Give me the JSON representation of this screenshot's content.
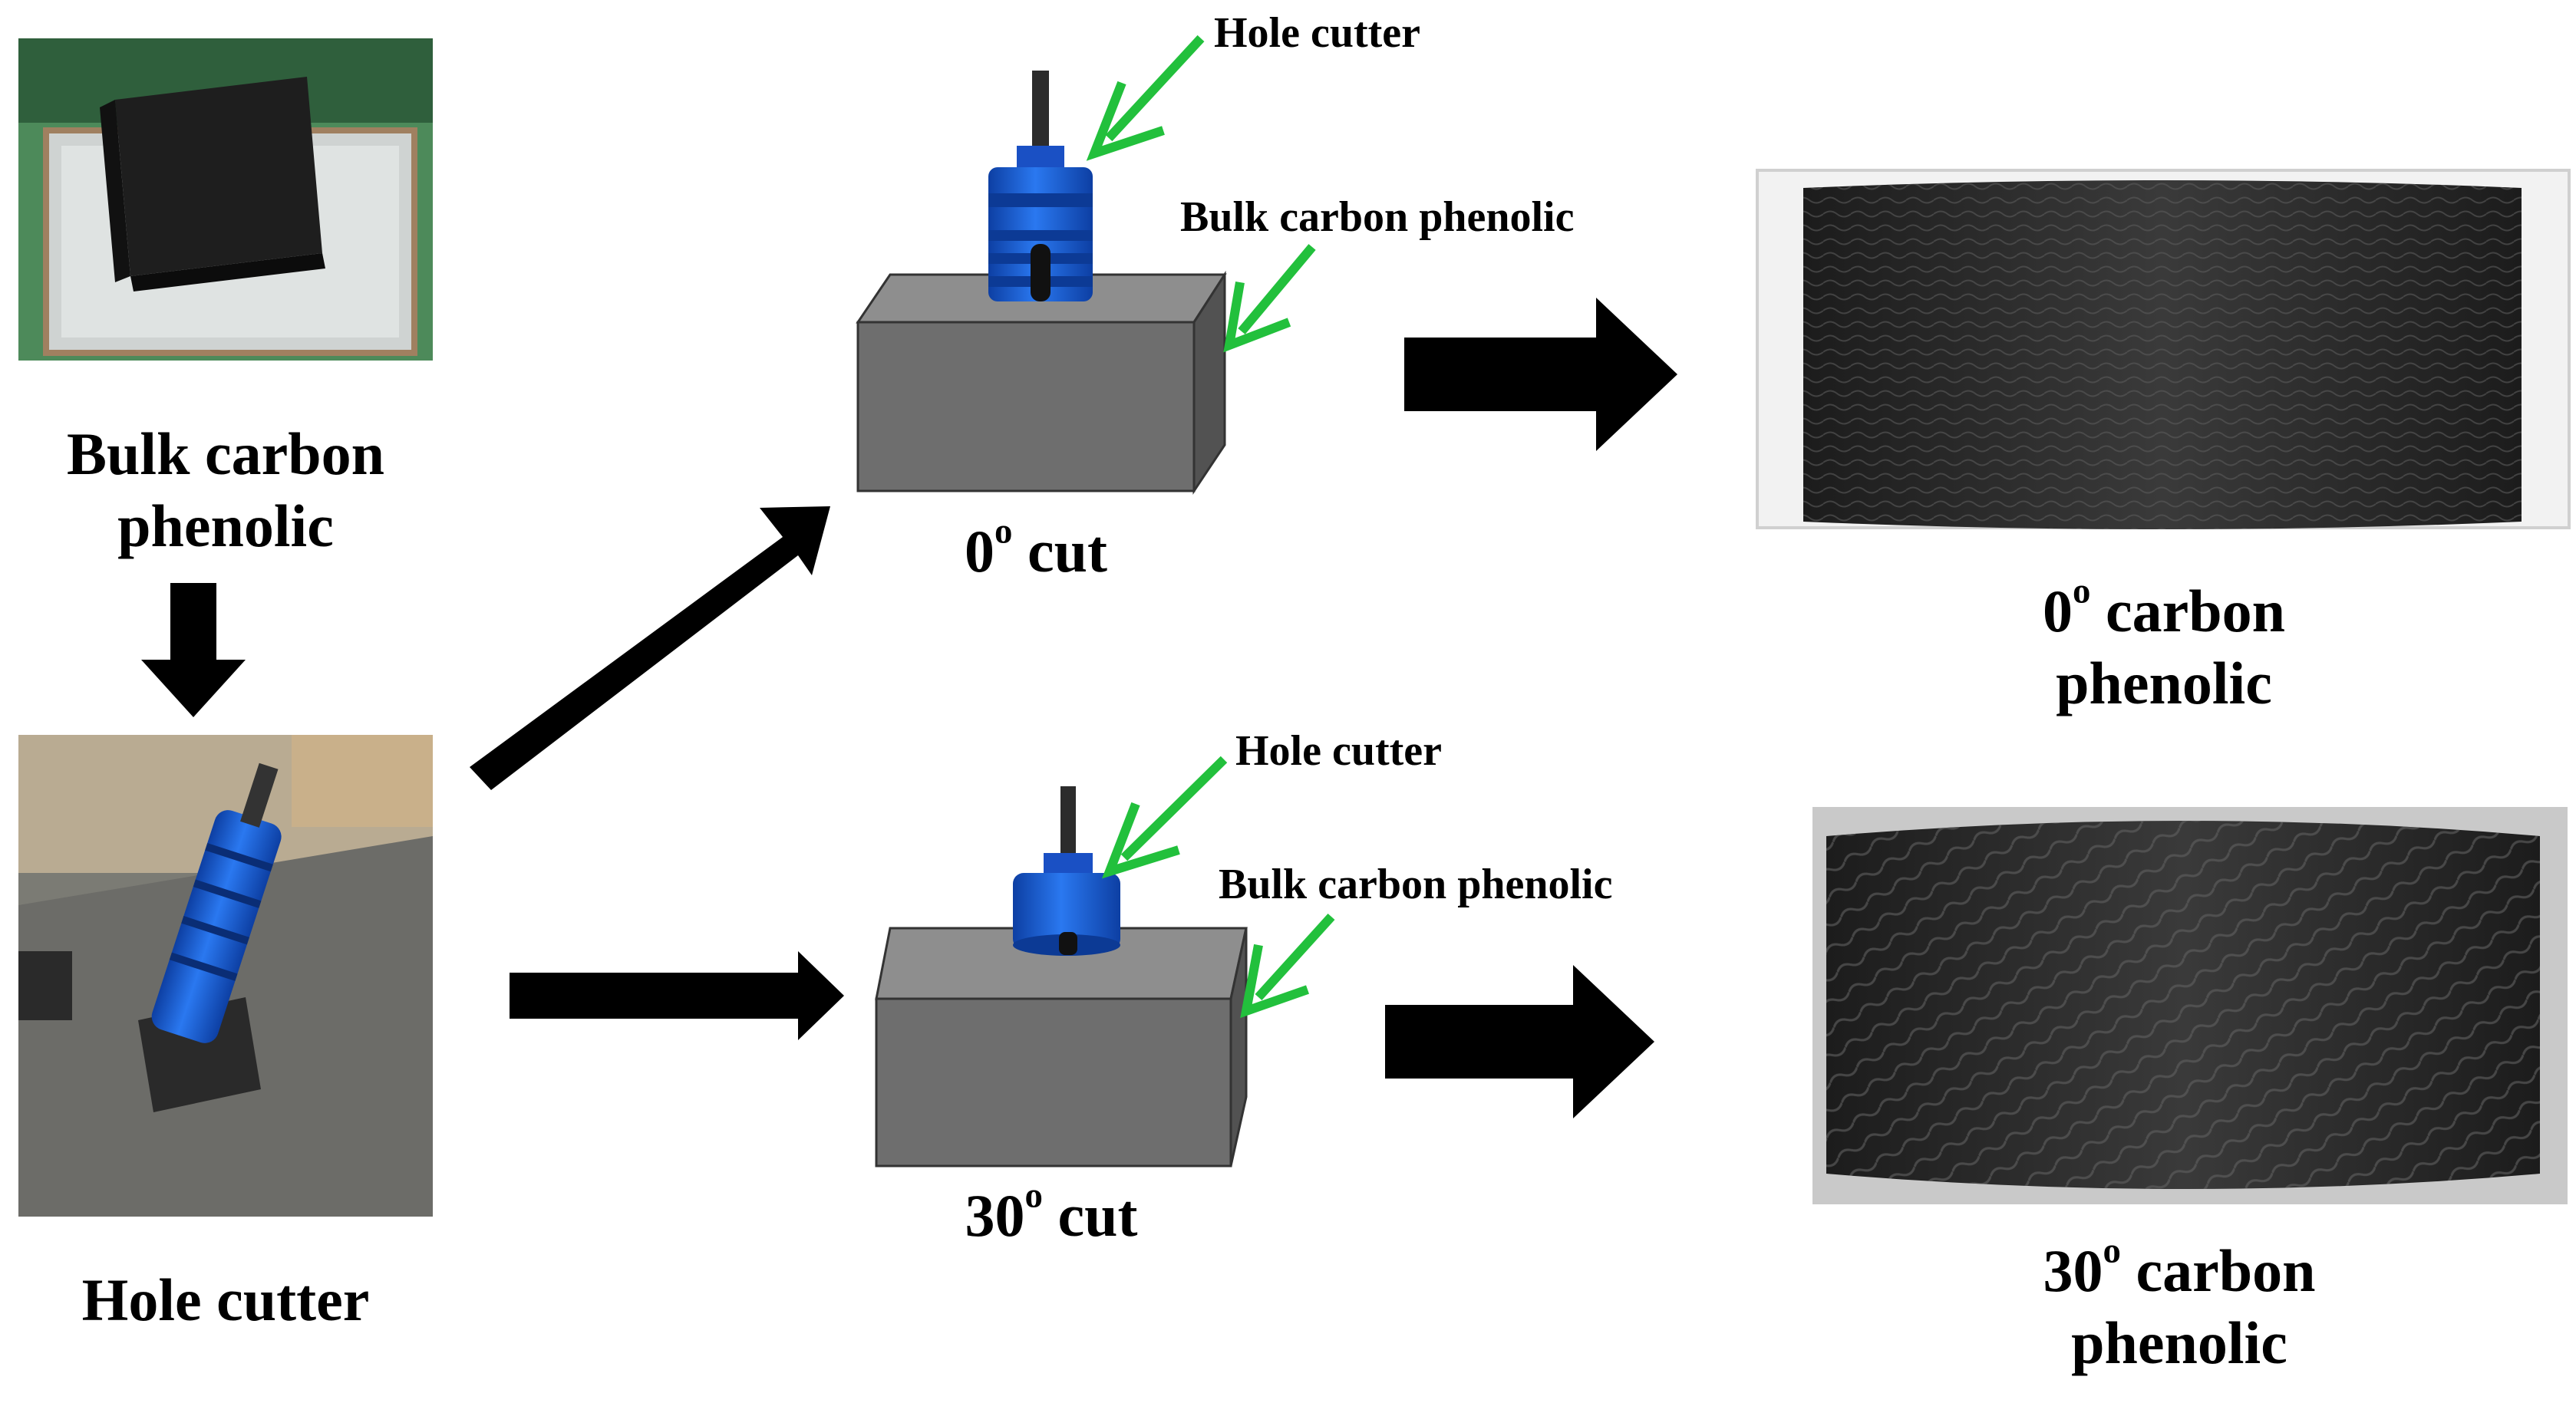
{
  "labels": {
    "bulk_photo_caption_line1": "Bulk carbon",
    "bulk_photo_caption_line2": "phenolic",
    "hole_cutter_photo_caption": "Hole cutter",
    "top_callout_hole_cutter": "Hole cutter",
    "top_callout_bulk": "Bulk carbon phenolic",
    "bottom_callout_hole_cutter": "Hole cutter",
    "bottom_callout_bulk": "Bulk carbon phenolic",
    "cut0_number": "0",
    "cut30_number": "30",
    "degree_symbol": "o",
    "cut_word": "cut",
    "result0_number": "0",
    "result30_number": "30",
    "result_word": "carbon",
    "result_line2": "phenolic"
  },
  "colors": {
    "arrow": "#000000",
    "callout_arrow": "#22c03c",
    "block_front": "#6b6b6b",
    "block_top": "#8a8a8a",
    "block_side": "#555555",
    "cutter_blue": "#1e64d8",
    "specimen": "#2b2b2b"
  }
}
